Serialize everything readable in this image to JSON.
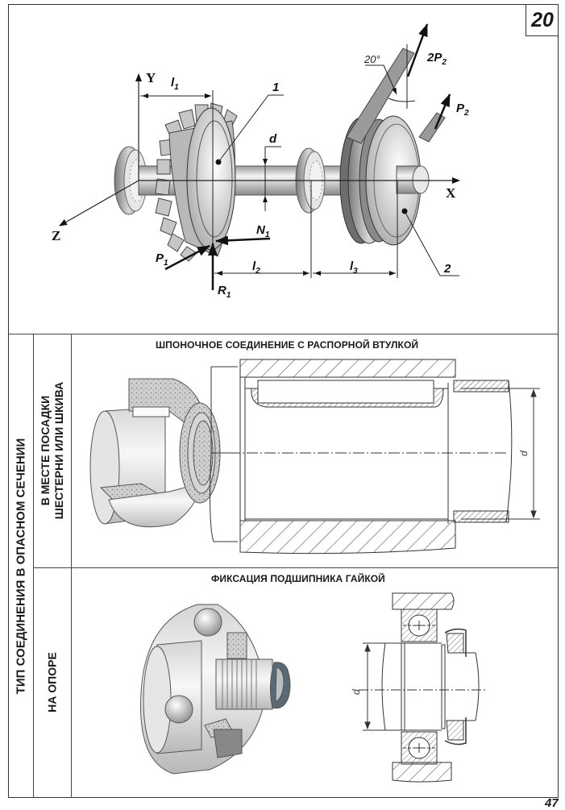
{
  "task_number": "20",
  "page_number": "47",
  "scheme": {
    "axes": {
      "x": "X",
      "y": "Y",
      "z": "Z"
    },
    "labels": {
      "gear_callout": "1",
      "pulley_callout": "2",
      "diameter": "d",
      "l1": "l",
      "l1_sub": "1",
      "l2": "l",
      "l2_sub": "2",
      "l3": "l",
      "l3_sub": "3",
      "p1": "P",
      "p1_sub": "1",
      "n1": "N",
      "n1_sub": "1",
      "r1": "R",
      "r1_sub": "1",
      "p2": "P",
      "p2_sub": "2",
      "two_p2": "2P",
      "two_p2_sub": "2",
      "angle": "20°"
    }
  },
  "table": {
    "row_header": "ТИП СОЕДИНЕНИЯ В ОПАСНОМ СЕЧЕНИИ",
    "rows": [
      {
        "label_line1": "В МЕСТЕ ПОСАДКИ",
        "label_line2": "ШЕСТЕРНИ ИЛИ ШКИВА",
        "title": "ШПОНОЧНОЕ СОЕДИНЕНИЕ С РАСПОРНОЙ ВТУЛКОЙ",
        "dim_label": "d"
      },
      {
        "label_line1": "НА ОПОРЕ",
        "title": "ФИКСАЦИЯ ПОДШИПНИКА ГАЙКОЙ",
        "dim_label": "d"
      }
    ]
  }
}
